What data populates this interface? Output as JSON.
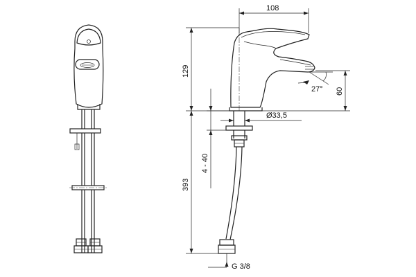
{
  "dimensions": {
    "width_top": "108",
    "height_body": "129",
    "height_spout": "60",
    "spout_angle": "27°",
    "diameter_base": "Ø33,5",
    "thickness_range": "4 - 40",
    "height_hose": "393",
    "thread": "G 3/8"
  }
}
